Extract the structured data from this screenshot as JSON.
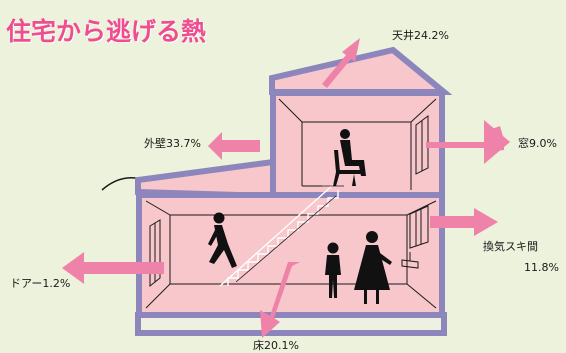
{
  "title": "住宅から逃げる熱",
  "labels": {
    "ceiling": "天井24.2%",
    "outer_wall": "外壁33.7%",
    "window": "窓9.0%",
    "ventilation_gap_name": "換気スキ間",
    "ventilation_gap_value": "11.8%",
    "door": "ドアー1.2%",
    "floor": "床20.1%"
  },
  "colors": {
    "background": "#ecf2dc",
    "room_fill": "#f7c7cb",
    "wall": "#8c86bd",
    "arrow": "#ef82a8",
    "title": "#ee4d8f"
  }
}
